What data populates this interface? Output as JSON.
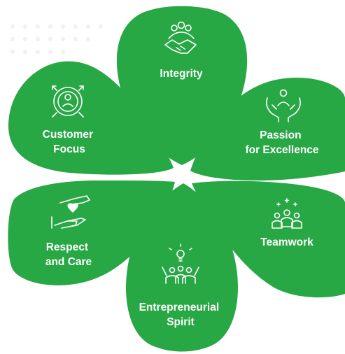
{
  "values": [
    {
      "id": "integrity",
      "lines": [
        "Integrity"
      ],
      "icon": "handshake-team-icon"
    },
    {
      "id": "passion",
      "lines": [
        "Passion",
        "for Excellence"
      ],
      "icon": "person-in-hands-icon"
    },
    {
      "id": "teamwork",
      "lines": [
        "Teamwork"
      ],
      "icon": "team-stars-icon"
    },
    {
      "id": "entrepreneurial",
      "lines": [
        "Entrepreneurial",
        "Spirit"
      ],
      "icon": "idea-group-icon"
    },
    {
      "id": "respect",
      "lines": [
        "Respect",
        "and Care"
      ],
      "icon": "heart-hands-icon"
    },
    {
      "id": "customer",
      "lines": [
        "Customer",
        "Focus"
      ],
      "icon": "customer-target-icon"
    }
  ],
  "colors": {
    "petal": "#28a745",
    "text": "#ffffff",
    "background": "#ffffff"
  }
}
